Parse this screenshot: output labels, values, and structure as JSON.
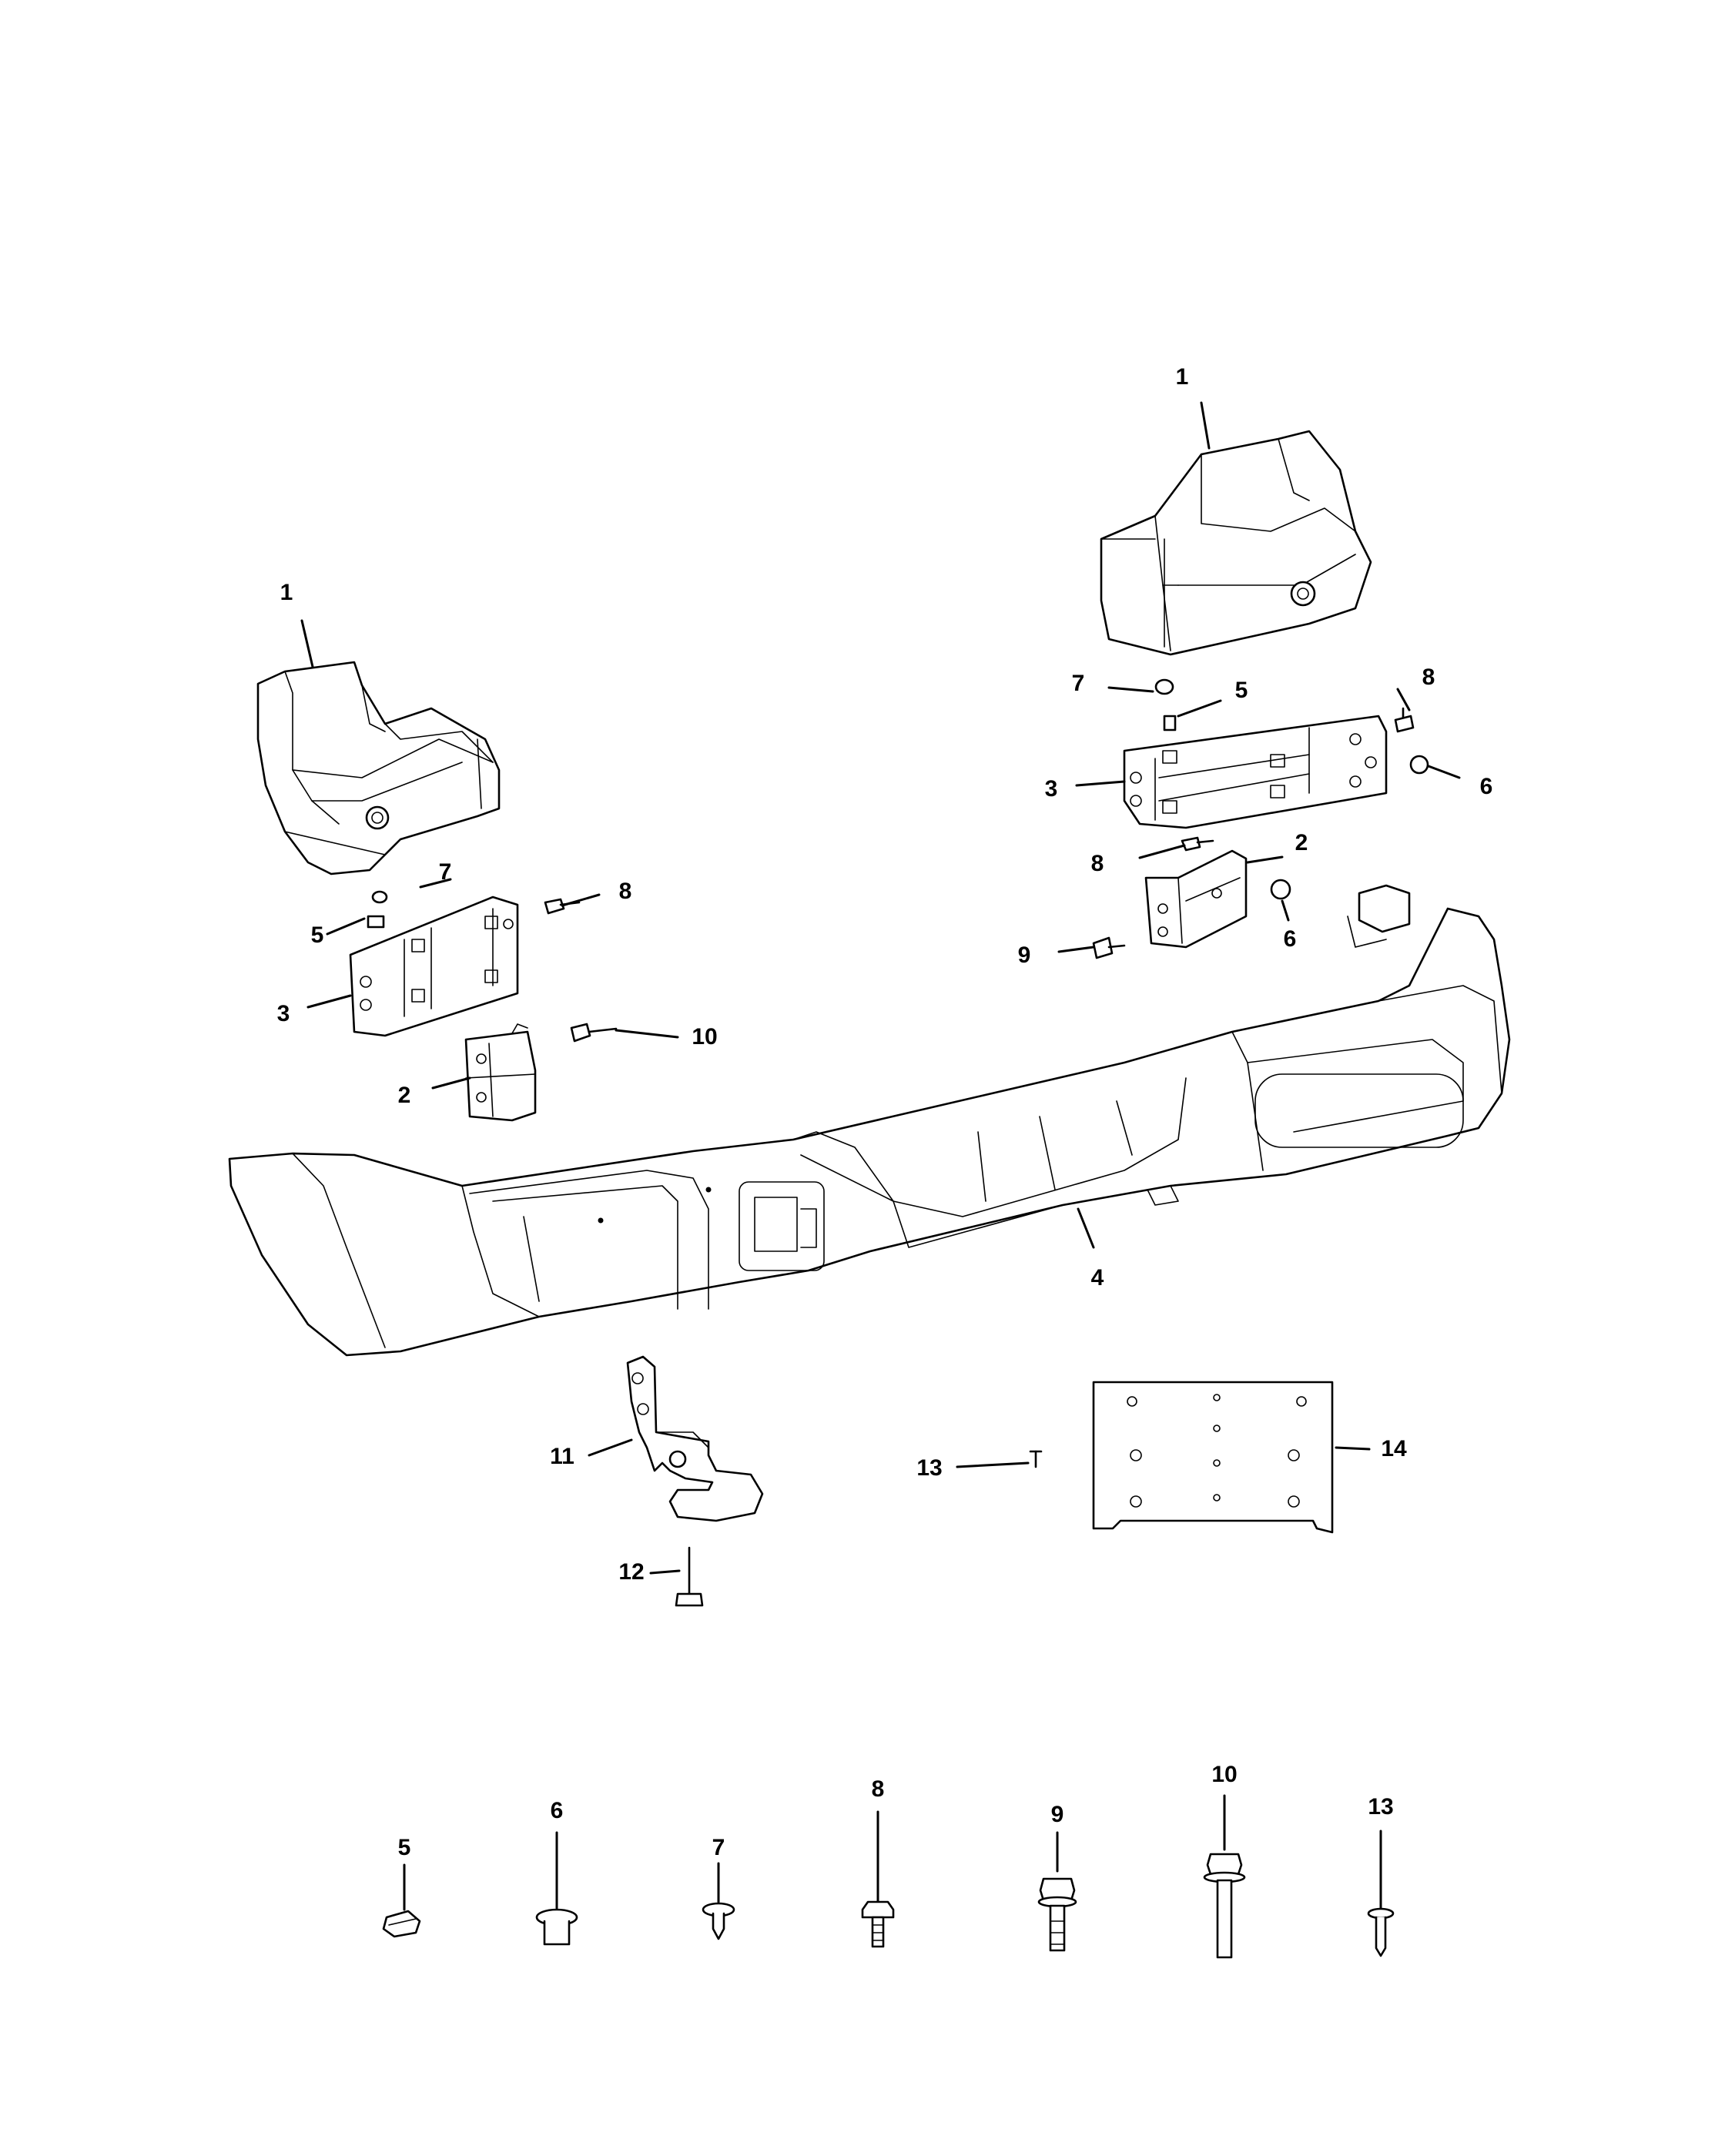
{
  "callouts": [
    {
      "id": "c1a",
      "label": "1"
    },
    {
      "id": "c1b",
      "label": "1"
    },
    {
      "id": "c2a",
      "label": "2"
    },
    {
      "id": "c2b",
      "label": "2"
    },
    {
      "id": "c3a",
      "label": "3"
    },
    {
      "id": "c3b",
      "label": "3"
    },
    {
      "id": "c4",
      "label": "4"
    },
    {
      "id": "c5a",
      "label": "5"
    },
    {
      "id": "c5b",
      "label": "5"
    },
    {
      "id": "c6a",
      "label": "6"
    },
    {
      "id": "c6b",
      "label": "6"
    },
    {
      "id": "c7a",
      "label": "7"
    },
    {
      "id": "c7b",
      "label": "7"
    },
    {
      "id": "c8a",
      "label": "8"
    },
    {
      "id": "c8b",
      "label": "8"
    },
    {
      "id": "c8c",
      "label": "8"
    },
    {
      "id": "c9",
      "label": "9"
    },
    {
      "id": "c10",
      "label": "10"
    },
    {
      "id": "c11",
      "label": "11"
    },
    {
      "id": "c12",
      "label": "12"
    },
    {
      "id": "c13",
      "label": "13"
    },
    {
      "id": "c14",
      "label": "14"
    }
  ],
  "legend": [
    {
      "id": "l5",
      "label": "5"
    },
    {
      "id": "l6",
      "label": "6"
    },
    {
      "id": "l7",
      "label": "7"
    },
    {
      "id": "l8",
      "label": "8"
    },
    {
      "id": "l9",
      "label": "9"
    },
    {
      "id": "l10",
      "label": "10"
    },
    {
      "id": "l13",
      "label": "13"
    }
  ]
}
